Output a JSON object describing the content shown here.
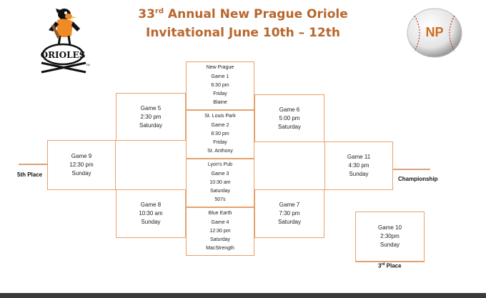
{
  "title": {
    "line1_prefix": "33",
    "line1_sup": "rd",
    "line1_rest": " Annual New Prague Oriole",
    "line2": "Invitational June 10th – 12th"
  },
  "logos": {
    "left_text": "ORIOLES",
    "left_tm": "TM",
    "right_text": "NP"
  },
  "games": {
    "g1": [
      "New Prague",
      "Game 1",
      "6:30 pm",
      "Friday",
      "Blaine"
    ],
    "g2": [
      "St. Louis Park",
      "Game 2",
      "8:30 pm",
      "Friday",
      "St. Anthony"
    ],
    "g3": [
      "Lyon's Pub",
      "Game 3",
      "10:30 am",
      "Saturday",
      "507s"
    ],
    "g4": [
      "Blue Earth",
      "Game 4",
      "12:30 pm",
      "Saturday",
      "MacStrength"
    ],
    "g5": [
      "Game 5",
      "2:30 pm",
      "Saturday"
    ],
    "g6": [
      "Game 6",
      "5:00 pm",
      "Saturday"
    ],
    "g7": [
      "Game 7",
      "7:30 pm",
      "Saturday"
    ],
    "g8": [
      "Game 8",
      "10:30 am",
      "Sunday"
    ],
    "g9": [
      "Game 9",
      "12:30 pm",
      "Sunday"
    ],
    "g10": [
      "Game 10",
      "2:30pm",
      "Sunday"
    ],
    "g11": [
      "Game 11",
      "4:30 pm",
      "Sunday"
    ]
  },
  "labels": {
    "fifth_place": "5th Place",
    "championship": "Championship",
    "third_place_num": "3",
    "third_place_sup": "rd",
    "third_place_rest": " Place"
  },
  "colors": {
    "title": "#b8672e",
    "box_border": "#e8a06a"
  }
}
